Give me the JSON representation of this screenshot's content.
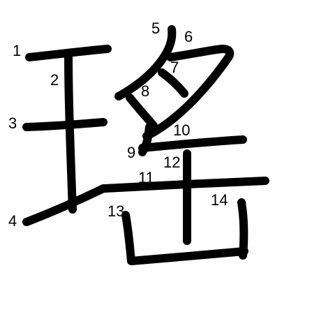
{
  "character": {
    "stroke_count": 14,
    "stroke_color": "#000000",
    "background_color": "#ffffff",
    "stroke_numbers": [
      "1",
      "2",
      "3",
      "4",
      "5",
      "6",
      "7",
      "8",
      "9",
      "10",
      "11",
      "12",
      "13",
      "14"
    ]
  }
}
